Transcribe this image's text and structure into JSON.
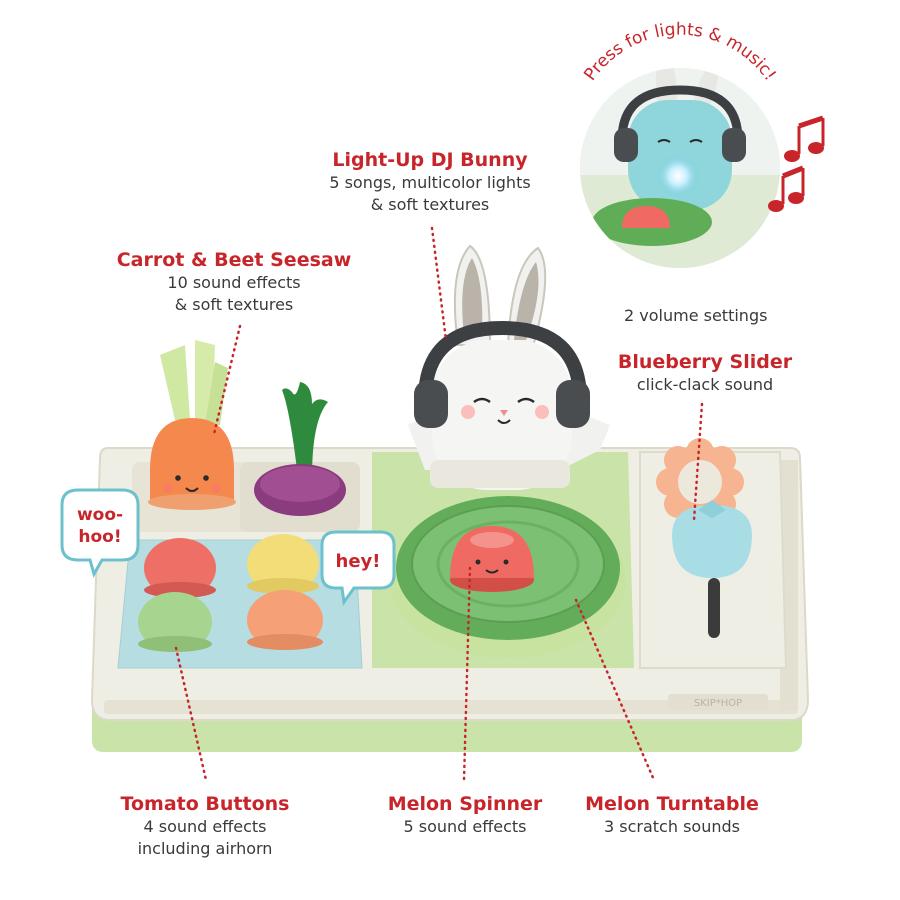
{
  "inset": {
    "caption": "Press for lights & music!"
  },
  "labels": {
    "bunny": {
      "title": "Light-Up DJ Bunny",
      "line1": "5 songs, multicolor lights",
      "line2": "& soft textures"
    },
    "seesaw": {
      "title": "Carrot & Beet Seesaw",
      "line1": "10 sound effects",
      "line2": "& soft textures"
    },
    "volume": {
      "text": "2 volume settings"
    },
    "slider": {
      "title": "Blueberry Slider",
      "line1": "click-clack sound"
    },
    "tomato": {
      "title": "Tomato Buttons",
      "line1": "4 sound effects",
      "line2": "including airhorn"
    },
    "spinner": {
      "title": "Melon Spinner",
      "line1": "5 sound effects"
    },
    "turntable": {
      "title": "Melon Turntable",
      "line1": "3 scratch sounds"
    }
  },
  "bubbles": {
    "woohoo_line1": "woo-",
    "woohoo_line2": "hoo!",
    "hey": "hey!"
  },
  "brand": {
    "logo": "SKIP*HOP"
  },
  "colors": {
    "accent_red": "#c8252b",
    "base_cream": "#efeee4",
    "base_green": "#c9e3a8",
    "turntable_green": "#74b86a",
    "pad_blue": "#b6dde2"
  }
}
